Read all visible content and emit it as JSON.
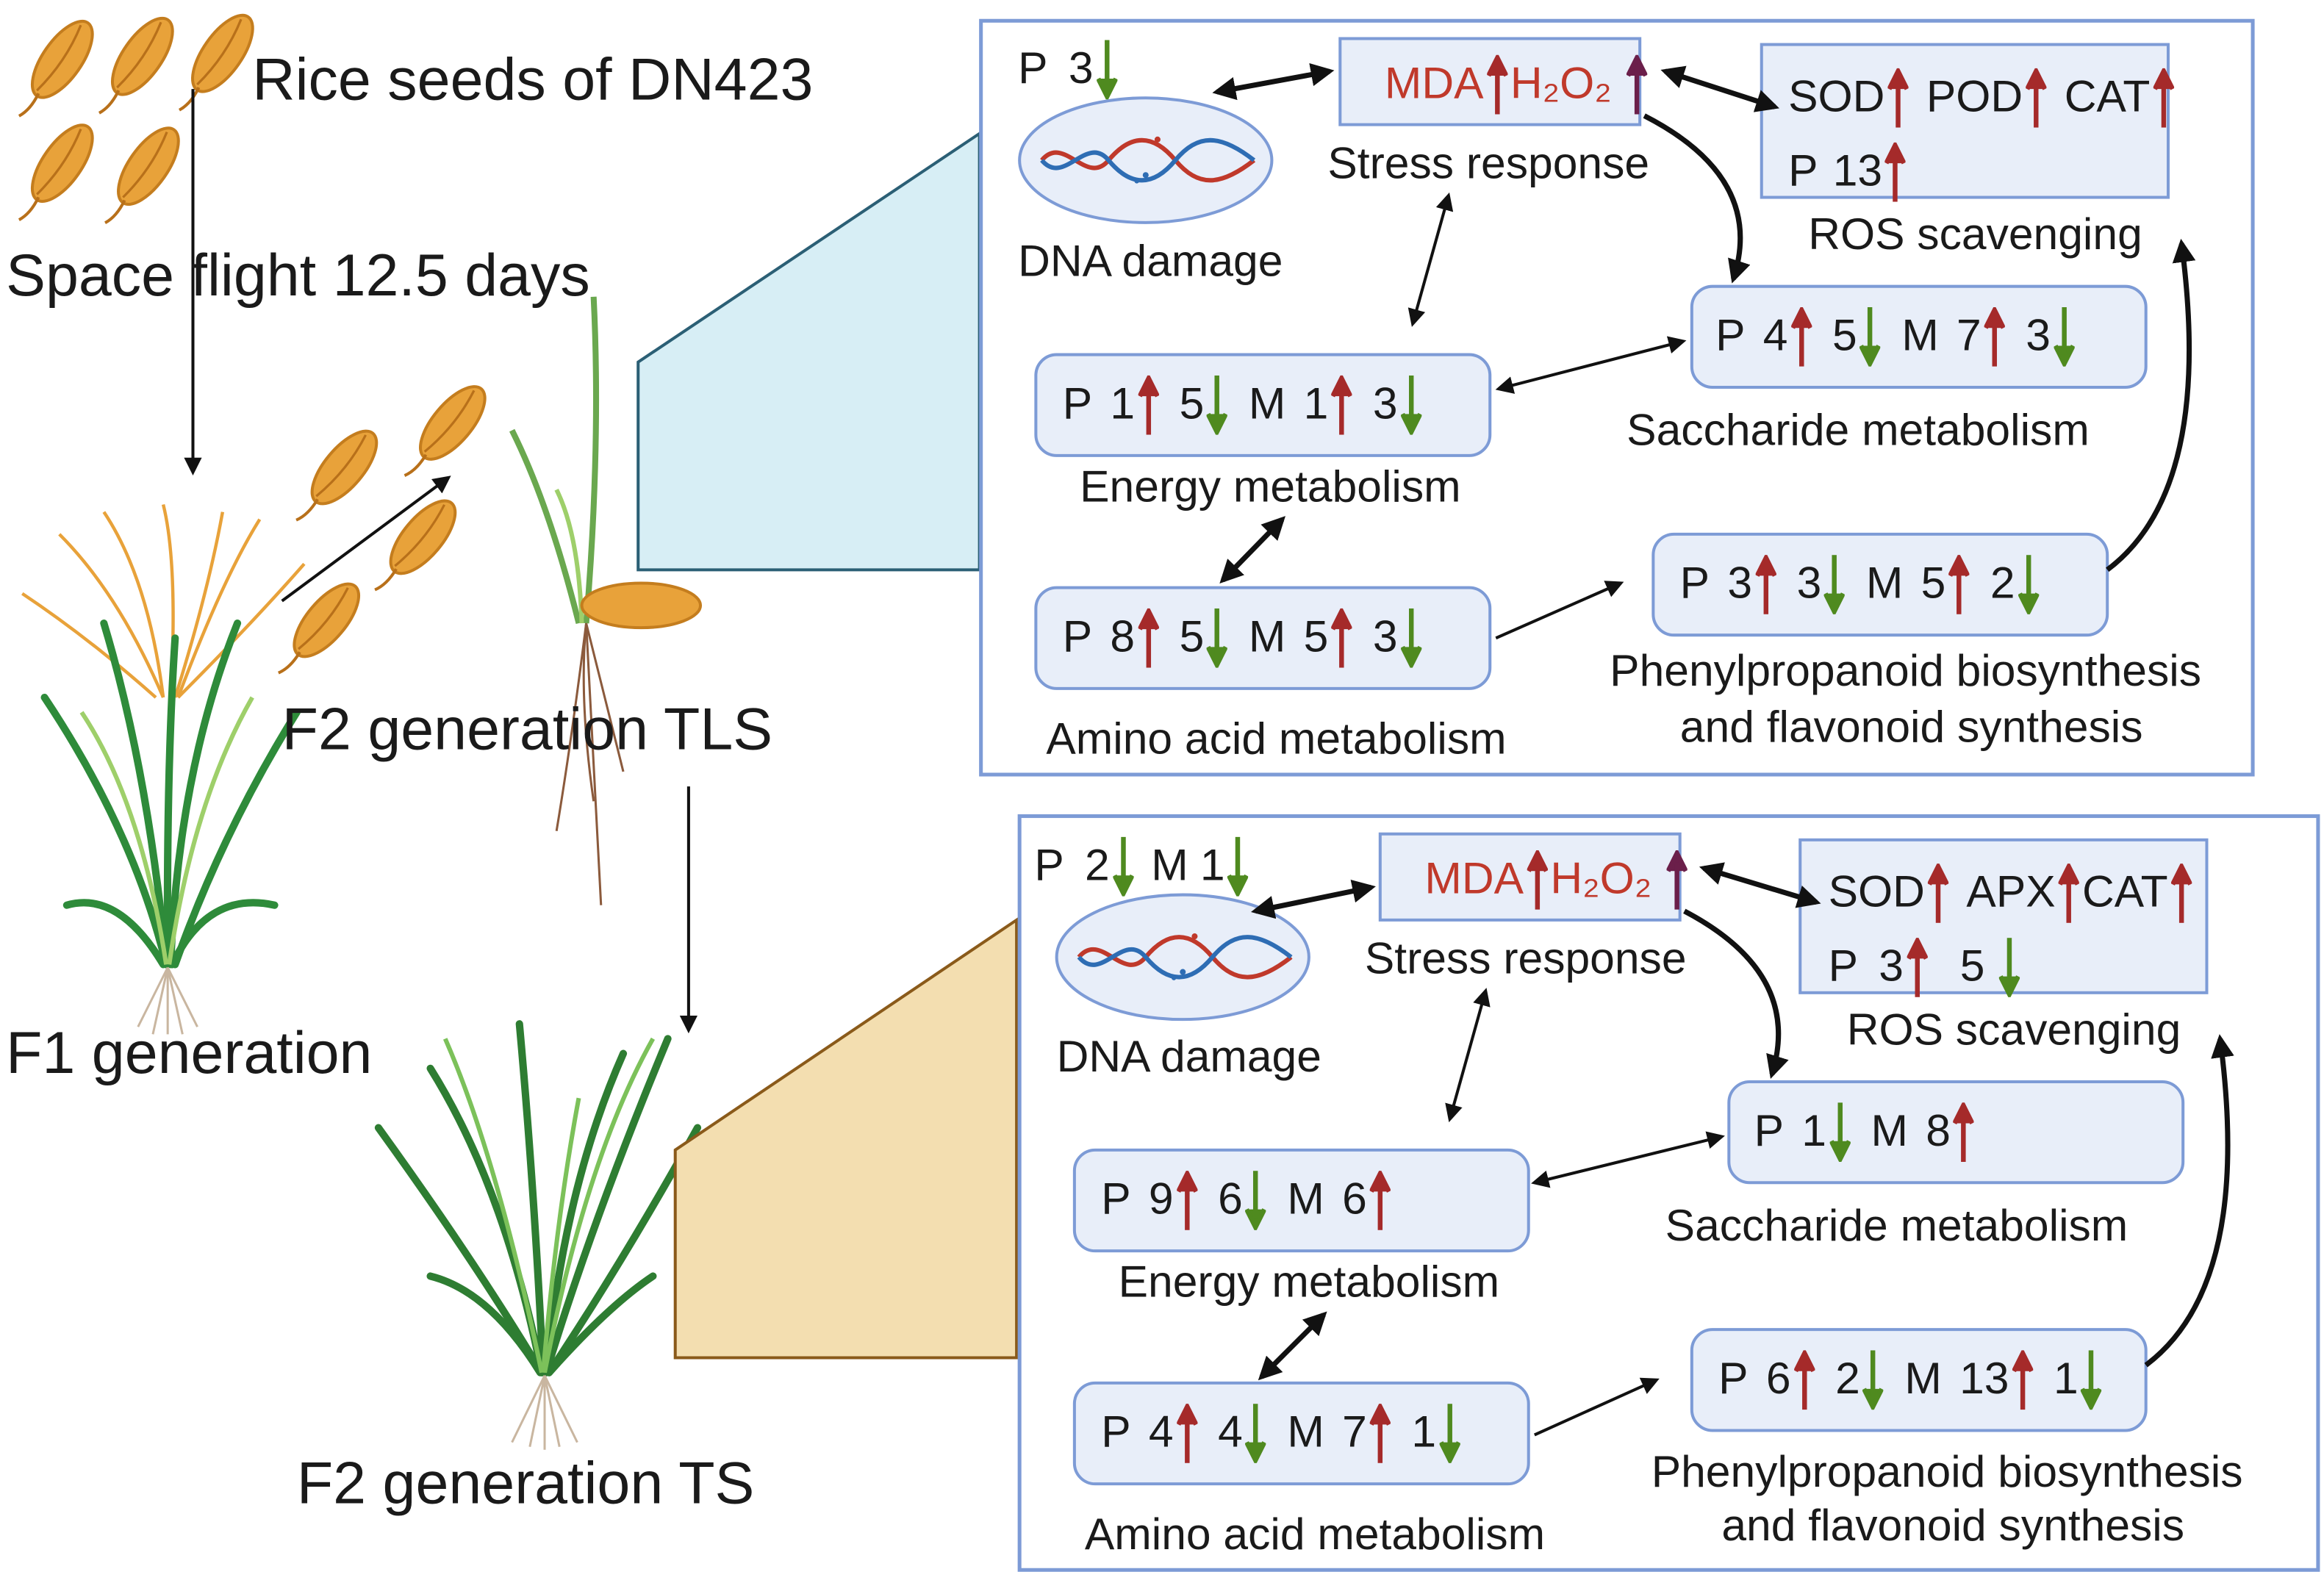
{
  "left": {
    "seeds_label": "Rice seeds of DN423",
    "flight_label": "Space flight  12.5 days",
    "f1_label": "F1 generation",
    "f2_tls_label": "F2 generation TLS",
    "f2_ts_label": "F2 generation TS"
  },
  "panels": [
    {
      "id": "tls",
      "dna": {
        "prefix": "P",
        "items": [
          {
            "n": "3",
            "dir": "down"
          }
        ],
        "caption": "DNA damage"
      },
      "stress": {
        "mda": "MDA",
        "h2o2": "H₂O₂",
        "caption": "Stress response"
      },
      "ros": {
        "enzymes": [
          {
            "name": "SOD",
            "dir": "up"
          },
          {
            "name": "POD",
            "dir": "up"
          },
          {
            "name": "CAT",
            "dir": "up"
          }
        ],
        "row2": [
          {
            "t": "P"
          },
          {
            "t": "13",
            "dir": "up"
          }
        ],
        "caption": "ROS scavenging"
      },
      "saccharide": {
        "tokens": [
          {
            "t": "P"
          },
          {
            "t": "4",
            "dir": "up"
          },
          {
            "t": "5",
            "dir": "down"
          },
          {
            "t": "M"
          },
          {
            "t": "7",
            "dir": "up"
          },
          {
            "t": "3",
            "dir": "down"
          }
        ],
        "caption": "Saccharide metabolism"
      },
      "energy": {
        "tokens": [
          {
            "t": "P"
          },
          {
            "t": "1",
            "dir": "up"
          },
          {
            "t": "5",
            "dir": "down"
          },
          {
            "t": "M"
          },
          {
            "t": "1",
            "dir": "up"
          },
          {
            "t": "3",
            "dir": "down"
          }
        ],
        "caption": "Energy metabolism"
      },
      "amino": {
        "tokens": [
          {
            "t": "P"
          },
          {
            "t": "8",
            "dir": "up"
          },
          {
            "t": "5",
            "dir": "down"
          },
          {
            "t": "M"
          },
          {
            "t": "5",
            "dir": "up"
          },
          {
            "t": "3",
            "dir": "down"
          }
        ],
        "caption": "Amino acid metabolism"
      },
      "phenyl": {
        "tokens": [
          {
            "t": "P"
          },
          {
            "t": "3",
            "dir": "up"
          },
          {
            "t": "3",
            "dir": "down"
          },
          {
            "t": "M"
          },
          {
            "t": "5",
            "dir": "up"
          },
          {
            "t": "2",
            "dir": "down"
          }
        ],
        "caption1": "Phenylpropanoid biosynthesis",
        "caption2": "and flavonoid synthesis"
      }
    },
    {
      "id": "ts",
      "dna": {
        "prefix": "P",
        "items": [
          {
            "n": "2",
            "dir": "down"
          },
          {
            "t": "M"
          },
          {
            "n": "1",
            "dir": "down"
          }
        ],
        "caption": "DNA damage"
      },
      "stress": {
        "mda": "MDA",
        "h2o2": "H₂O₂",
        "caption": "Stress response"
      },
      "ros": {
        "enzymes": [
          {
            "name": "SOD",
            "dir": "up"
          },
          {
            "name": "APX",
            "dir": "up"
          },
          {
            "name": "CAT",
            "dir": "up"
          }
        ],
        "row2": [
          {
            "t": "P"
          },
          {
            "t": "3",
            "dir": "up"
          },
          {
            "t": "5",
            "dir": "down"
          }
        ],
        "caption": "ROS scavenging"
      },
      "saccharide": {
        "tokens": [
          {
            "t": "P"
          },
          {
            "t": "1",
            "dir": "down"
          },
          {
            "t": "M"
          },
          {
            "t": "8",
            "dir": "up"
          }
        ],
        "caption": "Saccharide metabolism"
      },
      "energy": {
        "tokens": [
          {
            "t": "P"
          },
          {
            "t": "9",
            "dir": "up"
          },
          {
            "t": "6",
            "dir": "down"
          },
          {
            "t": "M"
          },
          {
            "t": "6",
            "dir": "up"
          }
        ],
        "caption": "Energy metabolism"
      },
      "amino": {
        "tokens": [
          {
            "t": "P"
          },
          {
            "t": "4",
            "dir": "up"
          },
          {
            "t": "4",
            "dir": "down"
          },
          {
            "t": "M"
          },
          {
            "t": "7",
            "dir": "up"
          },
          {
            "t": "1",
            "dir": "down"
          }
        ],
        "caption": "Amino acid metabolism"
      },
      "phenyl": {
        "tokens": [
          {
            "t": "P"
          },
          {
            "t": "6",
            "dir": "up"
          },
          {
            "t": "2",
            "dir": "down"
          },
          {
            "t": "M"
          },
          {
            "t": "13",
            "dir": "up"
          },
          {
            "t": "1",
            "dir": "down"
          }
        ],
        "caption1": "Phenylpropanoid biosynthesis",
        "caption2": "and flavonoid synthesis"
      }
    }
  ],
  "colors": {
    "up": "#a52a2a",
    "down": "#4f8a1f",
    "box_fill": "#e8eef9",
    "box_stroke": "#7d9bd6",
    "tls_trap": "#d7eef5",
    "ts_trap": "#f3deb0",
    "seed": "#e8a23a"
  },
  "icons": {
    "seed": "rice-seed-icon",
    "plant": "rice-plant-icon",
    "dna": "dna-helix-icon"
  }
}
